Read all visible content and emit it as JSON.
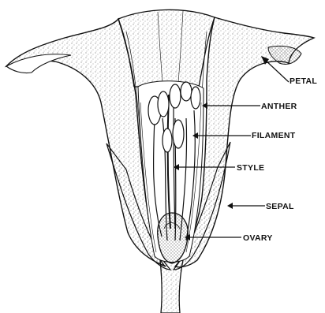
{
  "labels": {
    "petal": "PETAL",
    "anther": "ANTHER",
    "filament": "FILAMENT",
    "style": "STYLE",
    "sepal": "SEPAL",
    "ovary": "OVARY"
  },
  "colors": {
    "ink": "#111111",
    "background": "#ffffff"
  }
}
